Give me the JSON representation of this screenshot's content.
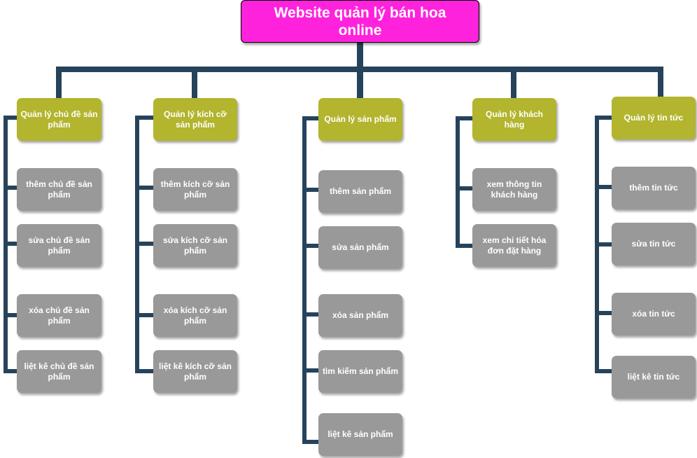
{
  "title": "Website quản lý bán hoa online",
  "categories": [
    {
      "label": "Quản lý chủ đề sản phẩm",
      "items": [
        "thêm chủ đề sản phẩm",
        "sửa  chủ đề sản phẩm",
        "xóa chủ đề sản phẩm",
        "liệt kê chủ đề sản phẩm"
      ]
    },
    {
      "label": "Quản lý kích cỡ sản phẩm",
      "items": [
        "thêm kích cỡ sản phẩm",
        "sửa kích cỡ sản phẩm",
        "xóa kích cỡ sản phẩm",
        "liệt kê kích cỡ sản phẩm"
      ]
    },
    {
      "label": "Quản lý sản phẩm",
      "items": [
        "thêm sản phẩm",
        "sửa sản phẩm",
        "xóa sản phẩm",
        "tìm kiếm sản phẩm",
        "liệt kê sản phẩm"
      ]
    },
    {
      "label": "Quản lý khách hàng",
      "items": [
        "xem thông tin khách hàng",
        "xem chi tiết hóa đơn đặt hàng"
      ]
    },
    {
      "label": "Quản lý tin tức",
      "items": [
        "thêm tin tức",
        "sửa tin tức",
        "xóa tin tức",
        "liệt kê tin tức"
      ]
    }
  ],
  "colors": {
    "root_fill": "#ff22dd",
    "category_fill": "#b2b52d",
    "leaf_fill": "#999999",
    "connector": "#26435c"
  }
}
